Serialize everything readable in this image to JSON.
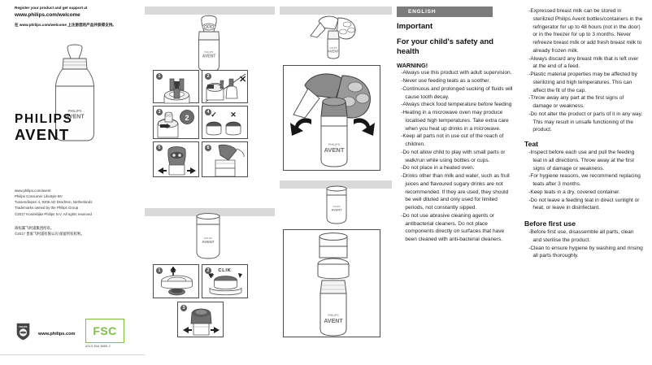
{
  "brand": {
    "register_small": "Register your product and get support at",
    "register_url": "www.philips.com/welcome",
    "register_cn": "在 www.philips.com/welcome 上注册您的产品并获得支持。",
    "logo_top": "PHILIPS",
    "logo_bottom": "AVENT",
    "bottle_label_top": "PHILIPS",
    "bottle_label_bottom": "AVENT",
    "address": "www.philips.com/avent\nPhilips Consumer Lifestyle BV\nTussendiepen 4, 9206 AD Drachten, Netherlands\nTrademarks owned by the Philips Group\n©2017 Koninklijke Philips N.V. All rights reserved",
    "address_cn": "商标属飞利浦集团所有。\n©2017 皇家飞利浦有限公司 保留所有权利。",
    "footer_url": "www.philips.com",
    "fsc_label": "FSC",
    "fsc_code": "4213 354 3890.2",
    "shield_icon": "philips-shield-icon"
  },
  "illustrations": {
    "group_a": {
      "name": "bottle-assembly-steps",
      "hero_caption": "",
      "steps": [
        {
          "number": "1",
          "name": "step-insert-teat"
        },
        {
          "number": "2",
          "name": "step-teat-correct-vs-wrong",
          "marks": [
            "check",
            "cross"
          ]
        },
        {
          "number": "3",
          "name": "step-pull-teat"
        },
        {
          "number": "4",
          "name": "step-screwring-check",
          "marks": [
            "check",
            "cross"
          ]
        },
        {
          "number": "5",
          "name": "step-twist-ring"
        },
        {
          "number": "6",
          "name": "step-fit-cap"
        }
      ]
    },
    "group_b": {
      "name": "sealing-disc-steps",
      "steps": [
        {
          "number": "1",
          "name": "step-lift-disc"
        },
        {
          "number": "2",
          "name": "step-press-disc",
          "caption": "CLIK"
        },
        {
          "number": "3",
          "name": "step-twist-cap"
        }
      ]
    },
    "group_c": {
      "name": "manual-breast-pump",
      "steps": [
        {
          "number": "",
          "name": "step-pump-twist-onto-bottle"
        }
      ]
    },
    "group_d": {
      "name": "bottle-cap-assembly",
      "steps": [
        {
          "number": "",
          "name": "step-cap-onto-bottle"
        }
      ]
    }
  },
  "content": {
    "language": "ENGLISH",
    "important_title": "Important",
    "safety_title": "For your child's safety and health",
    "warning_title": "WARNING!",
    "warning_items": [
      "-Always use this product with adult supervision.",
      "-Never use feeding teats as a soother.",
      "-Continuous and prolonged sucking of fluids will cause tooth decay.",
      "-Always check food temperature before feeding",
      "-Heating in a microwave oven may produce localised high temperatures. Take extra care when you heat up drinks in a microwave.",
      "-Keep all parts not in use out of the reach of children.",
      "-Do not allow child to play with small parts or walk/run while using bottles or cups.",
      "-Do not place in a heated oven.",
      "-Drinks other than milk and water, such as fruit juices and flavoured sugary drinks are not recommended. If they are used, they should be well diluted and only used for limited periods, not constantly sipped.",
      "-Do not use abrasive cleaning agents or antibacterial cleaners. Do not place components directly on surfaces that have been cleaned with anti-bacterial cleaners."
    ],
    "continued_items": [
      "-Expressed breast milk can be stored in sterilized Philips Avent bottles/containers in the refrigerator for up to 48 hours (not in the door) or in the freezer for up to 3 months. Never refreeze breast milk or add fresh breast milk to already frozen milk.",
      "-Always discard any breast milk that is left over at the end of a feed.",
      "-Plastic material properties may be affected by sterilizing and high temperatures. This can affect the fit of the cap.",
      "-Throw away any part at the first signs of damage or weakness.",
      "-Do not alter the product or parts of it in any way. This may result in unsafe functioning of the product."
    ],
    "teat_title": "Teat",
    "teat_items": [
      "-Inspect before each use and pull the feeding teat in all directions. Throw away at the first signs of damage or weakness.",
      "-For hygiene reasons, we recommend replacing teats after 3 months.",
      "-Keep teats in a dry, covered container.",
      "-Do not leave a feeding teat in direct sunlight or heat, or leave in disinfectant."
    ],
    "before_title": "Before first use",
    "before_items": [
      "-Before first use, disassemble all parts, clean and sterilise the product.",
      "-Clean to ensure hygiene by washing and rinsing all parts thoroughly."
    ]
  },
  "colors": {
    "lang_bar": "#7b7b7b",
    "grey_bar": "#d9d9d9",
    "fsc_green": "#7cc242",
    "panel_border": "#4d4d4d"
  }
}
